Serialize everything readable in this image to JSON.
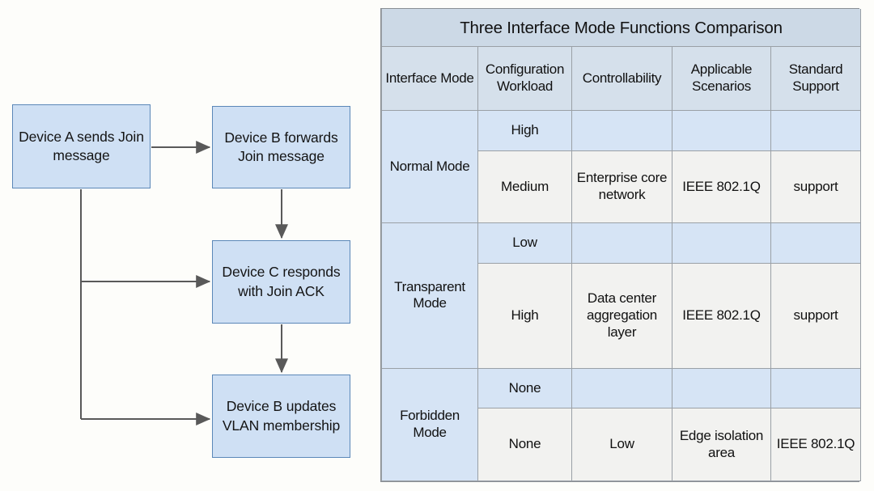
{
  "page": {
    "background_color": "#fdfdfa"
  },
  "flowchart": {
    "name": "vlan-join-message-flow",
    "box_fill_color": "#cfe0f4",
    "box_border_color": "#5b87b8",
    "arrow_color": "#595959",
    "nodes": [
      {
        "id": "device-a-sends-join",
        "label": "Device A sends Join message"
      },
      {
        "id": "device-b-forwards-join",
        "label": "Device B forwards Join message"
      },
      {
        "id": "device-c-responds-ack",
        "label": "Device C responds with Join ACK"
      },
      {
        "id": "device-b-updates-vlan",
        "label": "Device B updates VLAN membership"
      }
    ],
    "edges": [
      {
        "from": "device-a-sends-join",
        "to": "device-b-forwards-join"
      },
      {
        "from": "device-b-forwards-join",
        "to": "device-c-responds-ack"
      },
      {
        "from": "device-c-responds-ack",
        "to": "device-b-updates-vlan"
      },
      {
        "from": "device-a-sends-join",
        "to": "device-c-responds-ack"
      },
      {
        "from": "device-a-sends-join",
        "to": "device-b-updates-vlan"
      }
    ]
  },
  "table": {
    "title": "Three Interface Mode Functions Comparison",
    "title_background": "#ccd9e6",
    "header_background": "#d5e0eb",
    "mode_cell_background": "#d3e2f2",
    "row_blue_background": "#d6e4f5",
    "row_white_background": "#f2f2f0",
    "border_color": "#9aa0a6",
    "columns": [
      "Interface Mode",
      "Configuration Workload",
      "Controllability",
      "Applicable Scenarios",
      "Standard Support"
    ],
    "rows": [
      {
        "mode": "Normal Mode",
        "sub_rows": [
          {
            "style": "blue",
            "configuration_workload": "High",
            "controllability": "",
            "applicable_scenarios": "",
            "standard_support": ""
          },
          {
            "style": "white",
            "configuration_workload": "Medium",
            "controllability": "Enterprise core network",
            "applicable_scenarios": "IEEE 802.1Q",
            "standard_support": "support"
          }
        ]
      },
      {
        "mode": "Transparent Mode",
        "sub_rows": [
          {
            "style": "blue",
            "configuration_workload": "Low",
            "controllability": "",
            "applicable_scenarios": "",
            "standard_support": ""
          },
          {
            "style": "white",
            "configuration_workload": "High",
            "controllability": "Data center aggregation layer",
            "applicable_scenarios": "IEEE 802.1Q",
            "standard_support": "support"
          }
        ]
      },
      {
        "mode": "Forbidden Mode",
        "sub_rows": [
          {
            "style": "blue",
            "configuration_workload": "None",
            "controllability": "",
            "applicable_scenarios": "",
            "standard_support": ""
          },
          {
            "style": "white",
            "configuration_workload": "None",
            "controllability": "Low",
            "applicable_scenarios": "Edge isolation area",
            "standard_support": "IEEE 802.1Q"
          }
        ]
      }
    ]
  }
}
